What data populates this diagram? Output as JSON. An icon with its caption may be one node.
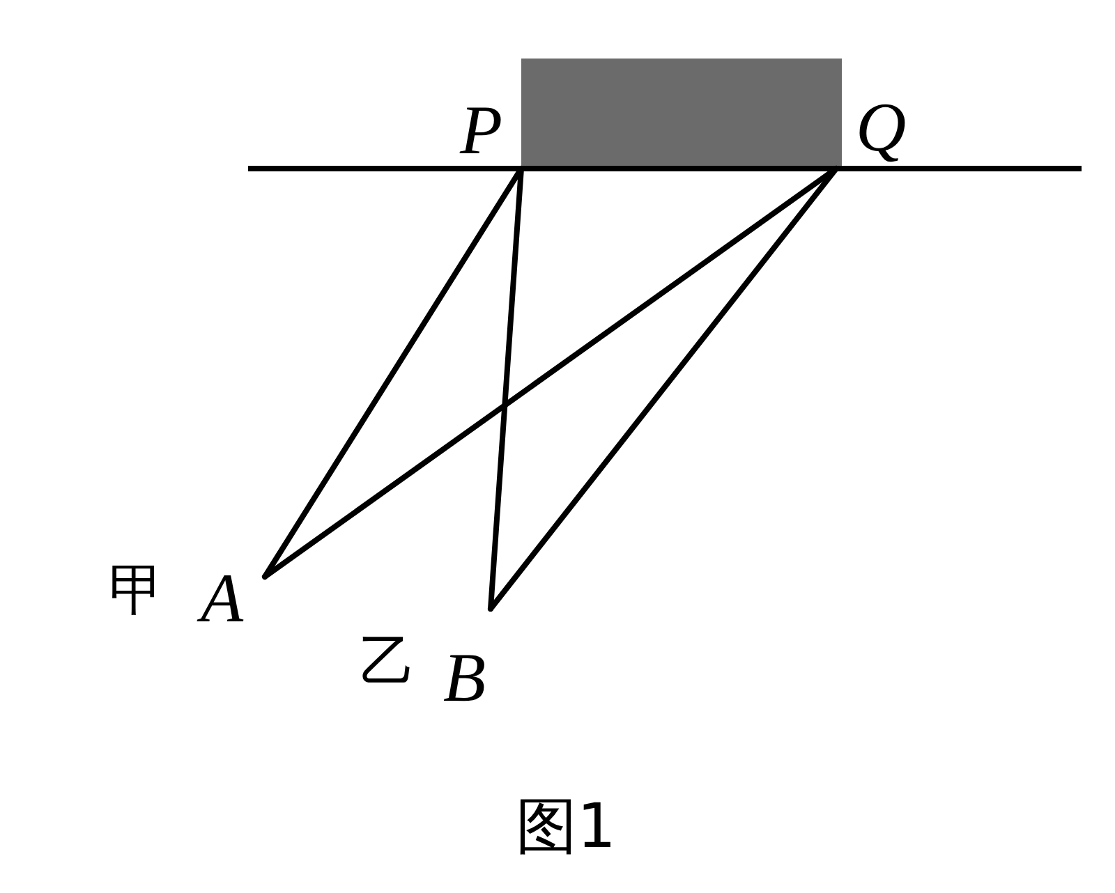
{
  "diagram": {
    "caption": "图1",
    "nodes": [
      {
        "text": [
          "P"
        ]
      },
      {
        "text": [
          "Q"
        ]
      },
      {
        "text": [
          "A"
        ],
        "beside": [
          "甲"
        ]
      },
      {
        "text": [
          "B"
        ],
        "beside": [
          "乙"
        ]
      }
    ],
    "edges": [
      {
        "from": 0,
        "to": 2,
        "arrow": "none"
      },
      {
        "from": 1,
        "to": 2,
        "arrow": "none"
      },
      {
        "from": 0,
        "to": 3,
        "arrow": "none"
      },
      {
        "from": 1,
        "to": 3,
        "arrow": "none"
      }
    ]
  }
}
